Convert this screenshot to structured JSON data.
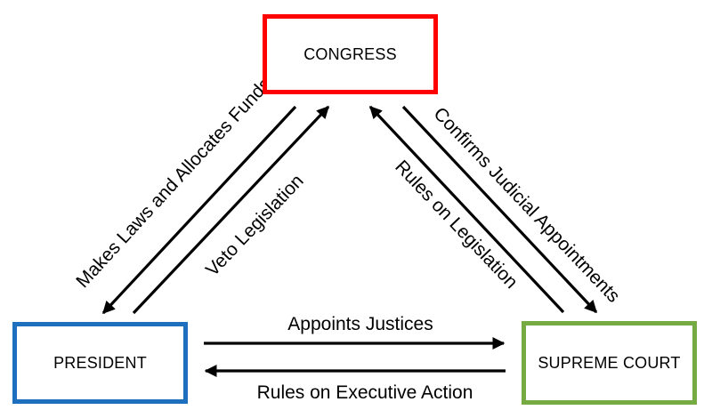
{
  "nodes": {
    "congress": {
      "label": "CONGRESS",
      "color": "#ff0000"
    },
    "president": {
      "label": "PRESIDENT",
      "color": "#1f6fbf"
    },
    "court": {
      "label": "SUPREME COURT",
      "color": "#76ab43"
    }
  },
  "edges": {
    "congress_to_president": {
      "label": "Makes Laws and Allocates Funds"
    },
    "president_to_congress": {
      "label": "Veto Legislation"
    },
    "court_to_congress": {
      "label": "Rules on Legislation"
    },
    "congress_to_court": {
      "label": "Confirms Judicial Appointments"
    },
    "president_to_court": {
      "label": "Appoints Justices"
    },
    "court_to_president": {
      "label": "Rules on Executive Action"
    }
  },
  "arrow_color": "#000000"
}
